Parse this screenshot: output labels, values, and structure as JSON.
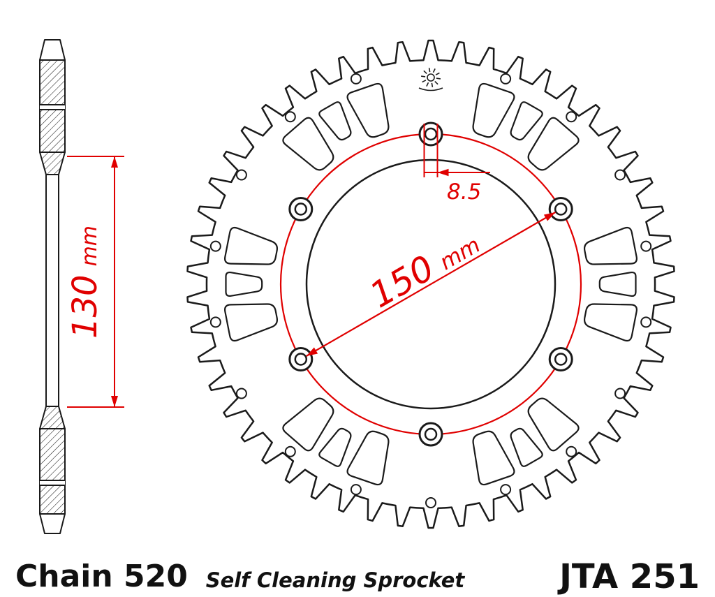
{
  "colors": {
    "dimension": "#e00000",
    "line": "#1a1a1a",
    "background": "#ffffff"
  },
  "dimensions": {
    "bolt_circle_diameter": {
      "value": "150",
      "unit": "mm"
    },
    "bolt_hole_diameter": {
      "value": "8.5"
    },
    "overall_width": {
      "value": "130",
      "unit": "mm"
    }
  },
  "footer": {
    "chain_label": "Chain 520",
    "subtitle": "Self Cleaning Sprocket",
    "part_number": "JTA 251"
  }
}
